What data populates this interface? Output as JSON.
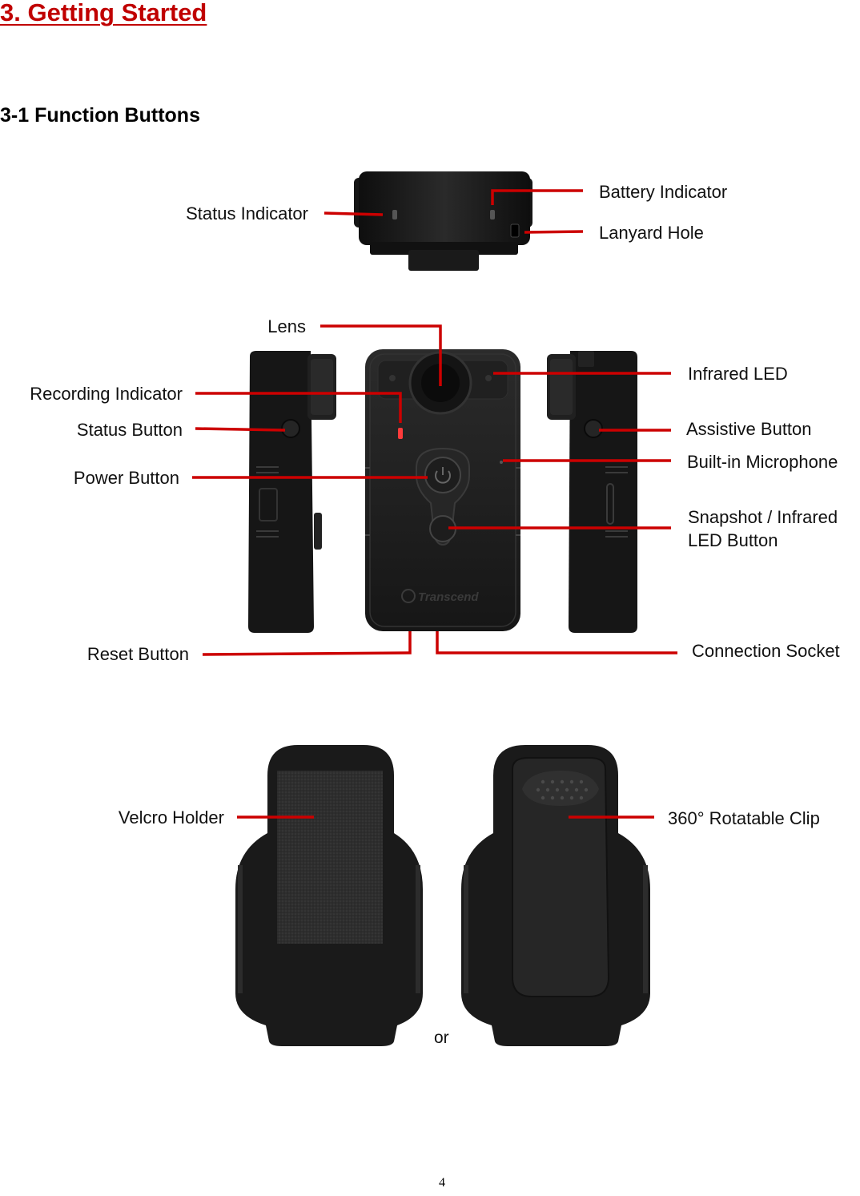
{
  "section": {
    "title": "3. Getting Started",
    "subtitle": "3-1 Function Buttons"
  },
  "top_view": {
    "status_indicator": "Status Indicator",
    "battery_indicator": "Battery Indicator",
    "lanyard_hole": "Lanyard Hole"
  },
  "front_view": {
    "lens": "Lens",
    "recording_indicator": "Recording Indicator",
    "status_button": "Status Button",
    "power_button": "Power Button",
    "reset_button": "Reset Button",
    "infrared_led": "Infrared LED",
    "assistive_button": "Assistive Button",
    "builtin_microphone": "Built-in Microphone",
    "snapshot_button_line1": "Snapshot / Infrared",
    "snapshot_button_line2": "LED Button",
    "connection_socket": "Connection Socket",
    "brand": "Transcend"
  },
  "holders": {
    "velcro_holder": "Velcro Holder",
    "rotatable_clip": "360° Rotatable Clip",
    "or": "or"
  },
  "page_number": "4",
  "colors": {
    "callout_line": "#cc0000",
    "title": "#c00000",
    "device_body": "#1c1c1c",
    "recording_led": "#ff3b3b"
  }
}
